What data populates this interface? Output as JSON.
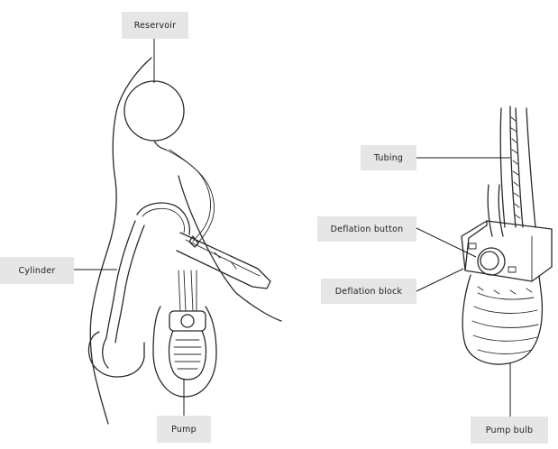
{
  "labels": {
    "reservoir": "Reservoir",
    "cylinder": "Cylinder",
    "pump": "Pump",
    "tubing": "Tubing",
    "deflation_button": "Deflation button",
    "deflation_block": "Deflation block",
    "pump_bulb": "Pump bulb"
  },
  "colors": {
    "label_background": "#e6e6e6",
    "line": "#2a2a2a",
    "background": "#ffffff"
  }
}
